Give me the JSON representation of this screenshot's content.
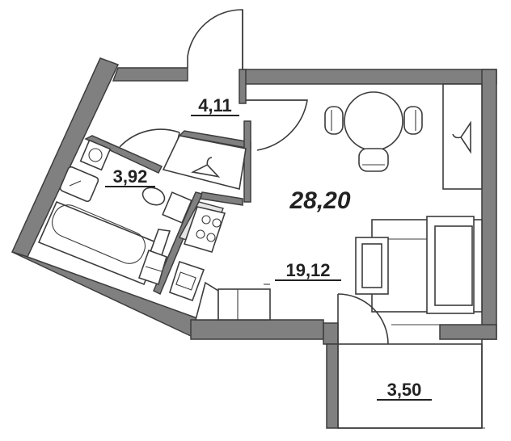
{
  "rooms": {
    "total": {
      "area": "28,20"
    },
    "hallway": {
      "area": "4,11"
    },
    "bathroom": {
      "area": "3,92"
    },
    "living": {
      "area": "19,12"
    },
    "balcony": {
      "area": "3,50"
    }
  },
  "colors": {
    "wall": "#808080",
    "line": "#3c3c3c",
    "text": "#222222"
  },
  "icons": {
    "wardrobe_main": "hanger-icon",
    "wardrobe_hall": "hanger-icon"
  }
}
